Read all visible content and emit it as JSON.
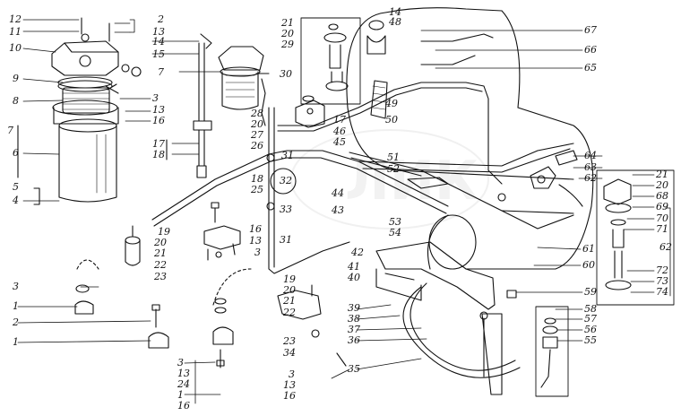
{
  "callouts": {
    "n1a": "1",
    "n1b": "1",
    "n1c": "1",
    "n2a": "2",
    "n2b": "2",
    "n3a": "3",
    "n3b": "3",
    "n3c": "3",
    "n3d": "3",
    "n3e": "3",
    "n4": "4",
    "n5": "5",
    "n6": "6",
    "n7a": "7",
    "n7b": "7",
    "n8": "8",
    "n9": "9",
    "n10": "10",
    "n11": "11",
    "n12": "12",
    "n13a": "13",
    "n13b": "13",
    "n13c": "13",
    "n13d": "13",
    "n14a": "14",
    "n14b": "14",
    "n15": "15",
    "n16a": "16",
    "n16b": "16",
    "n16c": "16",
    "n16d": "16",
    "n17a": "17",
    "n17b": "17",
    "n18a": "18",
    "n18b": "18",
    "n19a": "19",
    "n19b": "19",
    "n20a": "20",
    "n20b": "20",
    "n20c": "20",
    "n20d": "20",
    "n20e": "20",
    "n21a": "21",
    "n21b": "21",
    "n21c": "21",
    "n21d": "21",
    "n22a": "22",
    "n22b": "22",
    "n23a": "23",
    "n23b": "23",
    "n24": "24",
    "n25": "25",
    "n26": "26",
    "n27": "27",
    "n28": "28",
    "n29": "29",
    "n30": "30",
    "n31a": "31",
    "n31b": "31",
    "n32": "32",
    "n33": "33",
    "n34": "34",
    "n35": "35",
    "n36": "36",
    "n37": "37",
    "n38": "38",
    "n39": "39",
    "n40": "40",
    "n41": "41",
    "n42": "42",
    "n43": "43",
    "n44": "44",
    "n45": "45",
    "n46": "46",
    "n48": "48",
    "n49": "49",
    "n50": "50",
    "n51": "51",
    "n52": "52",
    "n53": "53",
    "n54": "54",
    "n55": "55",
    "n56": "56",
    "n57": "57",
    "n58": "58",
    "n59": "59",
    "n60": "60",
    "n61": "61",
    "n62a": "62",
    "n62b": "62",
    "n63": "63",
    "n64": "64",
    "n65": "65",
    "n66": "66",
    "n67": "67",
    "n68": "68",
    "n69": "69",
    "n70": "70",
    "n71": "71",
    "n72": "72",
    "n73": "73",
    "n74": "74"
  },
  "watermark": "ЛИК"
}
